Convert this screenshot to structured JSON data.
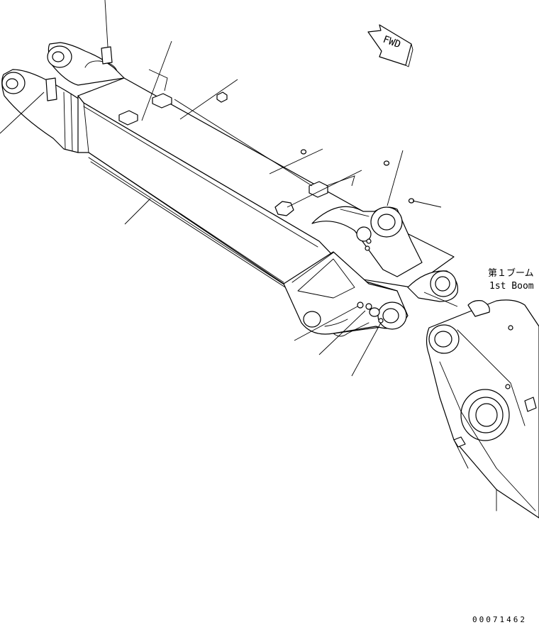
{
  "direction_indicator": {
    "text": "FWD"
  },
  "component_label": {
    "japanese": "第１ブーム",
    "english": "1st Boom"
  },
  "drawing_number": "00071462"
}
